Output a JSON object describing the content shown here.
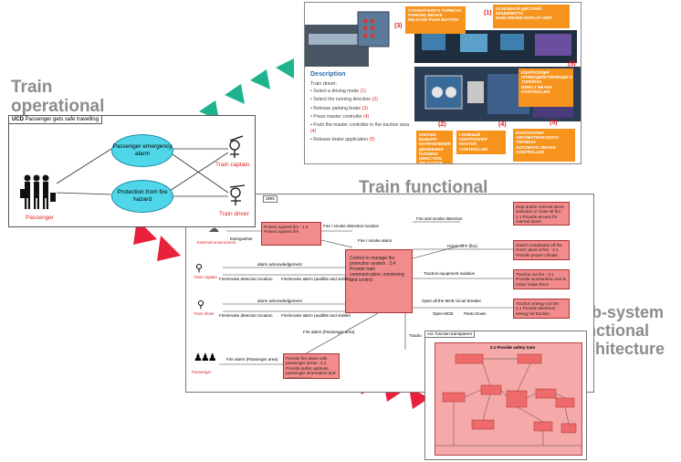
{
  "titles": {
    "operational": "Train operational analysis",
    "functional": "Train functional architecture",
    "subsystem": "Sub-system functional architecture"
  },
  "ucd": {
    "header_prefix": "UCD",
    "header_title": "Passenger gets safe travelling",
    "usecase_alarm": "Passenger emergency alarm",
    "usecase_fire": "Protection from fire hazard",
    "actor_passenger": "Passenger",
    "actor_captain": "Train captain",
    "actor_driver": "Train driver"
  },
  "cab": {
    "description_title": "Description",
    "description_intro": "Train driver:",
    "steps": [
      {
        "text": "Select a driving mode",
        "num": "(1)"
      },
      {
        "text": "Select the running direction",
        "num": "(2)"
      },
      {
        "text": "Release parking brake",
        "num": "(3)"
      },
      {
        "text": "Press master controller",
        "num": "(4)"
      },
      {
        "text": "Push the master controller in the traction area",
        "num": "(4)"
      },
      {
        "text": "Release brake application",
        "num": "(5)"
      }
    ],
    "labels": [
      {
        "num": "(3)",
        "ru": "СТОЯНОЧНОГО ТОРМОЗА",
        "en": "PARKING BRAKE RELEASE PUSH BUTTON"
      },
      {
        "num": "(1)",
        "ru": "ОСНОВНОЙ ДИСПЛЕЙ МАШИНИСТА",
        "en": "MAIN DRIVER DISPLAY UNIT"
      },
      {
        "num": "(5)",
        "ru": "КОНТРОЛЛЕР ПРЯМОДЕЙСТВУЮЩЕГО ТОРМОЗА",
        "en": "DIRECT BRAKE CONTROLLER"
      },
      {
        "num": "(2)",
        "ru": "КНОПКИ ВЫБОРА НАПРАВЛЕНИЯ ДВИЖЕНИЯ",
        "en": "RUNNING DIRECTION SELECTION PUSH"
      },
      {
        "num": "(4)",
        "ru": "ГЛАВНЫЙ КОНТРОЛЛЕР",
        "en": "MASTER CONTROLLER"
      },
      {
        "num": "(5)",
        "ru": "КОНТРОЛЛЕР АВТОМАТИЧЕСКОГО ТОРМОЗА",
        "en": "AUTOMATIC BRAKE CONTROLLER"
      }
    ]
  },
  "functional": {
    "header_fragment": "ures",
    "center_box": "Control to manage fire protection system : 2.4 Provide train communication, monitoring and control",
    "protect_box": "Protect against fire : 1.4 Protect against fire",
    "passenger_box": "Provide fire alarm with passenger areas : 2.1 Provide public address, passenger information and entertainment",
    "right_boxes": [
      "Stop and/or internal doors selection or close all fire : 2.1 Provide access for internal doors",
      "Switch completely off the HVAC plant of fire : 2.1 Provide proper climate",
      "Traction cut fire : 2.1 Provide acceleration and & motor brake force",
      "Traction energy cut fire : 2.1 Provide electrical energy for traction"
    ],
    "actors": {
      "external": "External environment",
      "captain": "Train captain",
      "driver": "Train driver",
      "passenger": "Passenger"
    },
    "flows": {
      "extinguisher": "Extinguisher",
      "fire_detect_top": "Fire / smoke detection location",
      "fire_alarm": "Fire / smoke alarm",
      "fire_detect_right": "Fire and smoke detection",
      "ack1": "alarm acknowledgement",
      "loc1": "Fire/smoke detection location",
      "audible1": "Fire/smoke alarm (audible and visible)",
      "ack2": "alarm acknowledgement",
      "loc2": "Fire/smoke detection location",
      "audible2": "Fire/smoke alarm (audible and visible)",
      "hvac_off": "HVAC OFF (fire)",
      "traction_iso": "Traction equipment isolation",
      "open_mcb": "Open all the MCB circuit breaker",
      "open_mcb_short": "Open MCB",
      "panto_down": "Panto Down",
      "pass_alarm": "Fire alarm (Passenger area)",
      "pass_alarm2": "Fire alarm (Passenger area)",
      "traction_cut": "Tractio"
    }
  },
  "subsystem": {
    "header": "Act: function transparent",
    "inner_title": "2.1 Provide safety train"
  },
  "colors": {
    "title_gray": "#8c8c8c",
    "arrow_green": "#1db38c",
    "arrow_red": "#e8203a",
    "usecase_fill": "#4fd6e8",
    "function_fill": "#f28b8b",
    "label_orange": "#f7941d"
  }
}
